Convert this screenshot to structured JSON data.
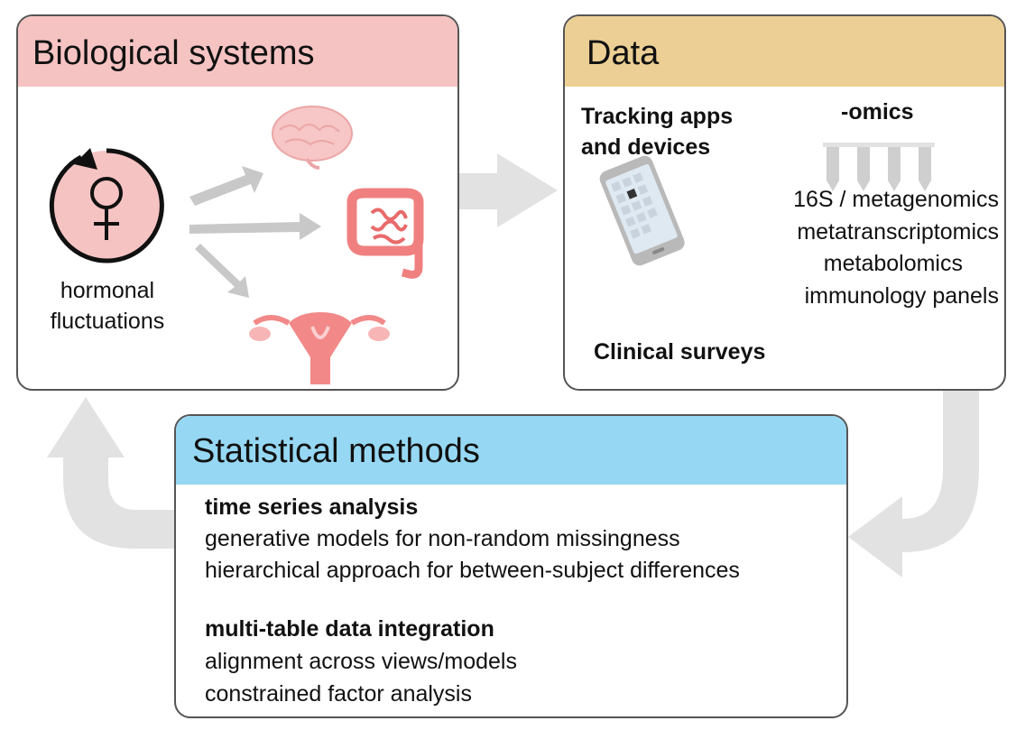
{
  "biological_systems": {
    "title": "Biological systems",
    "cycle_label": "hormonal fluctuations",
    "cycle_label_lines": [
      "hormonal",
      "fluctuations"
    ],
    "icons": [
      "female-symbol-icon",
      "brain-icon",
      "intestine-icon",
      "uterus-icon"
    ]
  },
  "data": {
    "title": "Data",
    "tracking": [
      "Tracking apps",
      "and devices"
    ],
    "omics_title": "-omics",
    "omics_items": [
      "16S / metagenomics",
      "metatranscriptomics",
      "metabolomics",
      "immunology panels"
    ],
    "surveys": "Clinical surveys",
    "icons": [
      "phone-icon",
      "test-tubes-icon"
    ]
  },
  "statistical_methods": {
    "title": "Statistical methods",
    "sections": [
      {
        "heading": "time series analysis",
        "items": [
          "generative models for non-random missingness",
          "hierarchical approach for between-subject differences"
        ]
      },
      {
        "heading": "multi-table data integration",
        "items": [
          "alignment across views/models",
          "constrained factor analysis"
        ]
      }
    ]
  },
  "colors": {
    "bio_header": "#f6c3c3",
    "data_header": "#eccf94",
    "stats_header": "#96d8f3",
    "arrow": "#e2e2e2",
    "organ": "#f08080"
  }
}
